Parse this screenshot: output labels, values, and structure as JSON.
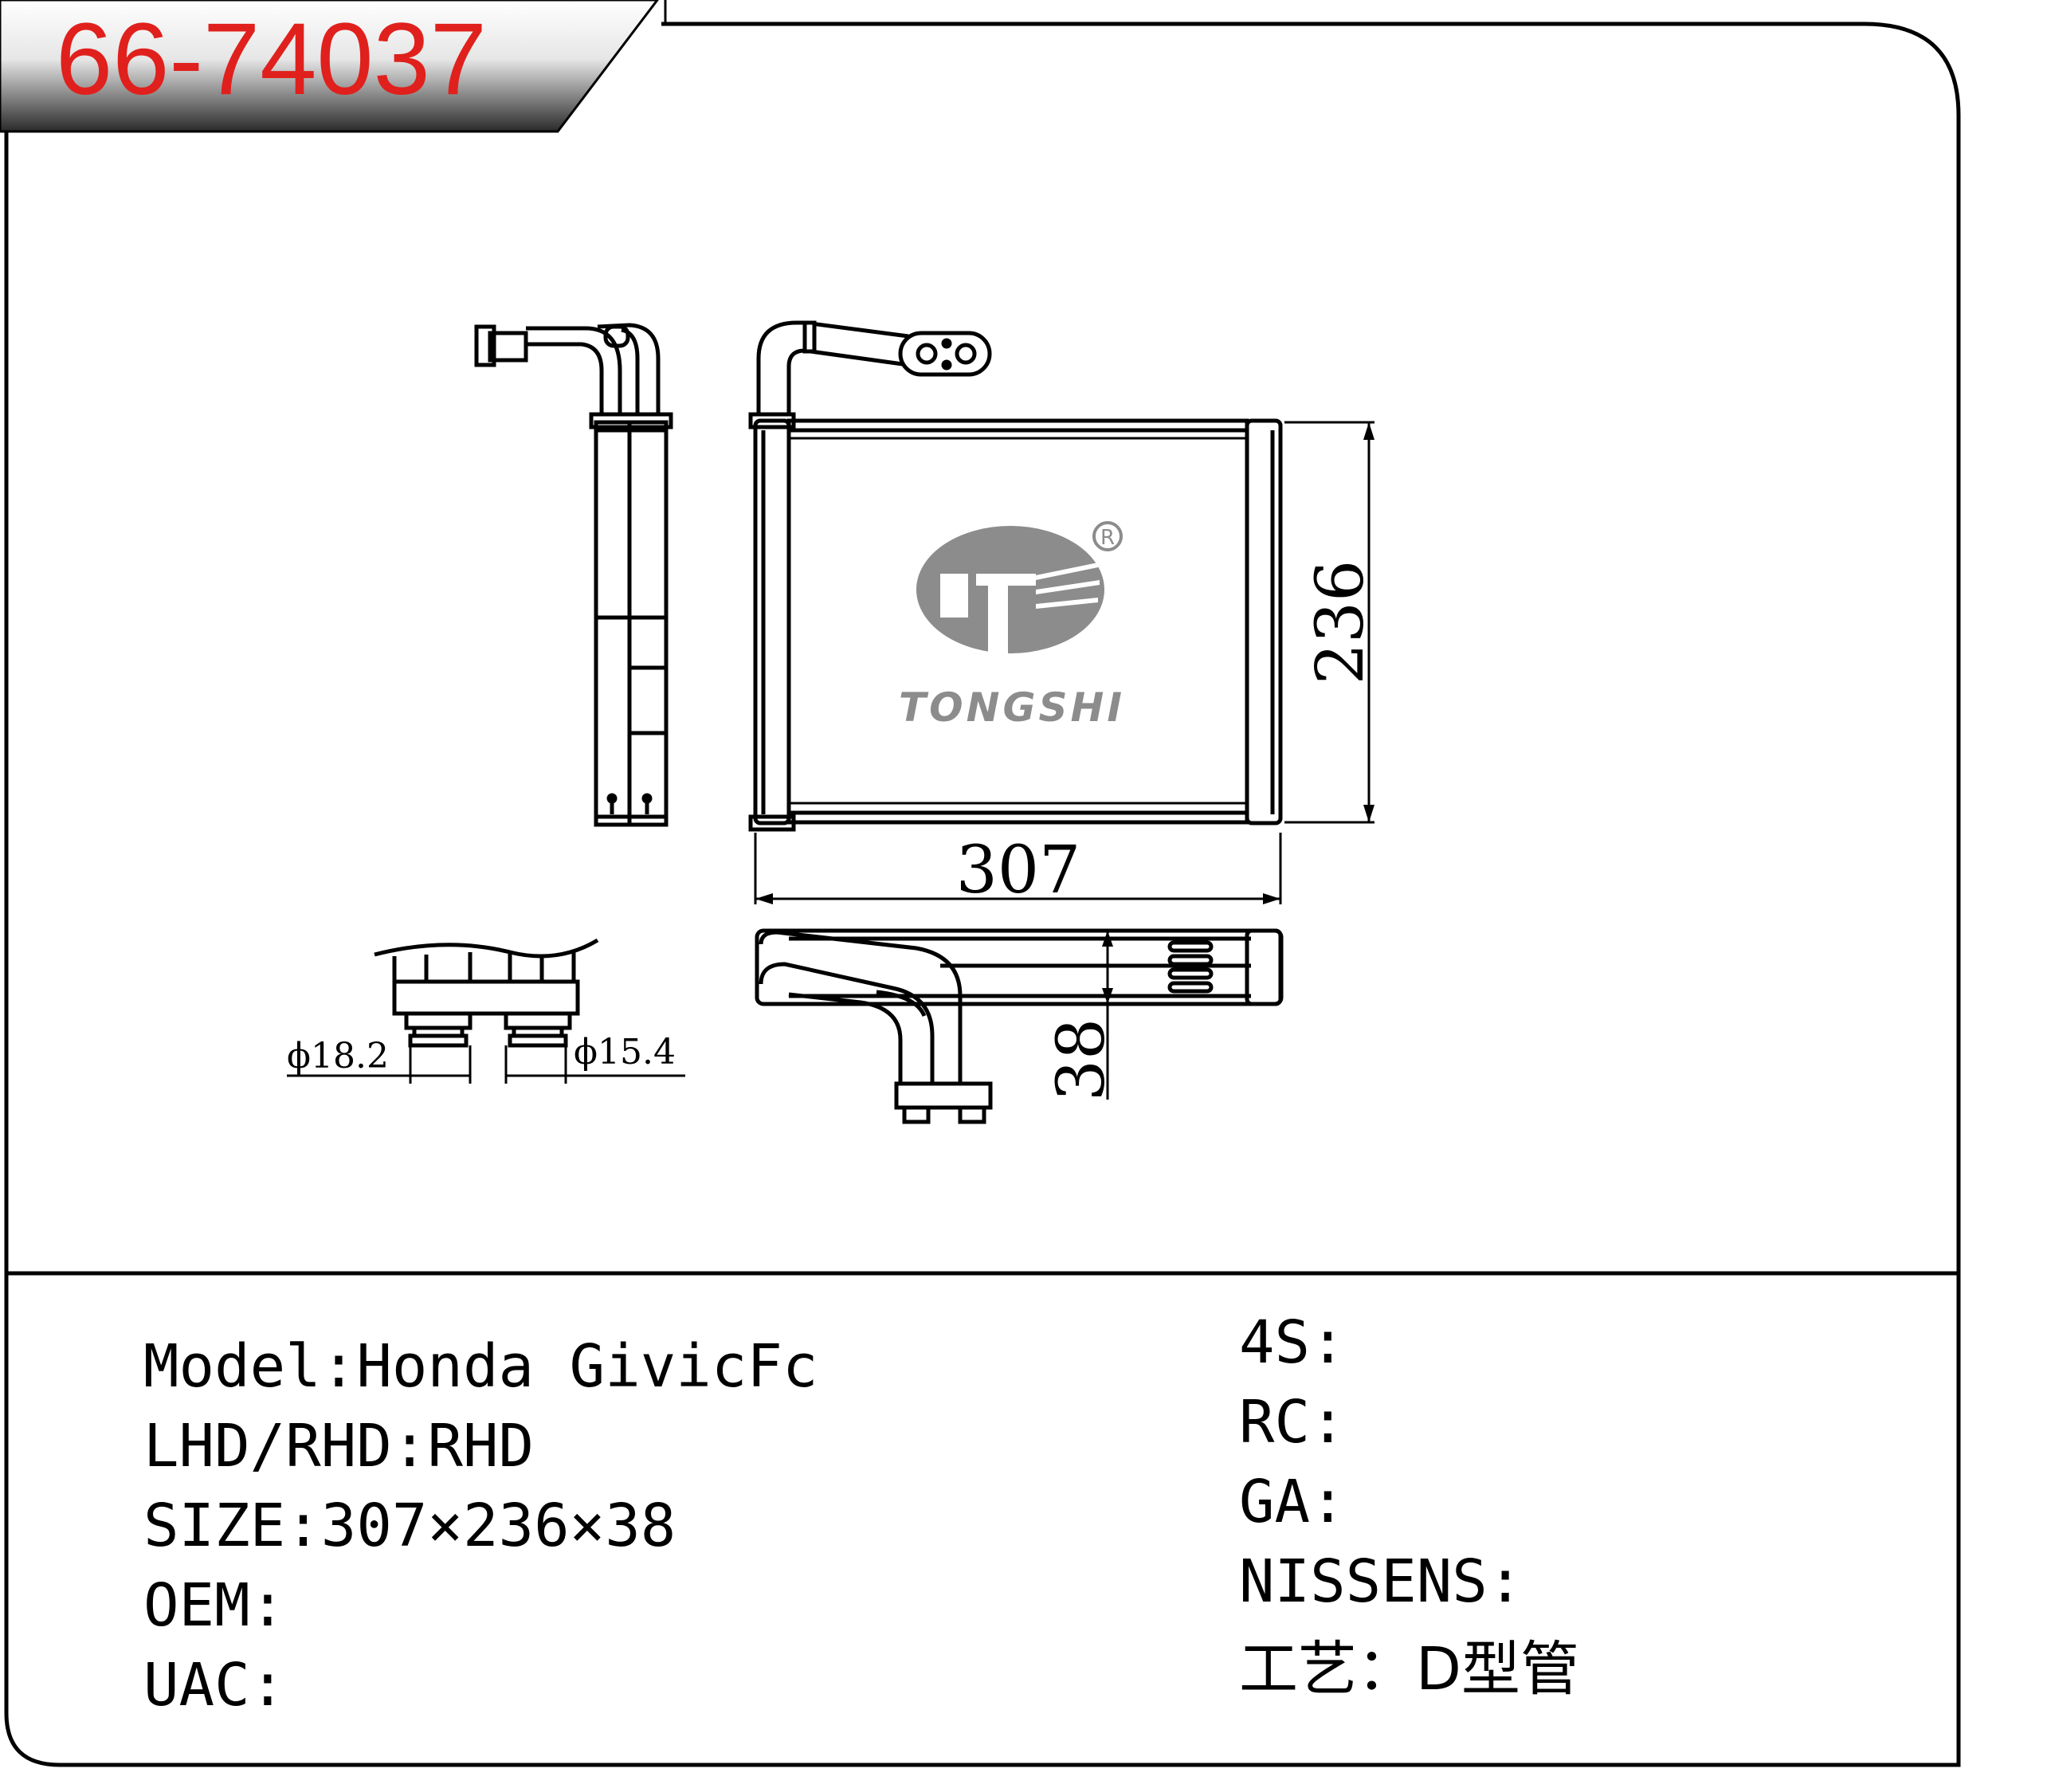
{
  "part_number": "66-74037",
  "brand": {
    "name": "TONGSHI",
    "registered_mark": "R"
  },
  "dimensions": {
    "width": "307",
    "height": "236",
    "depth": "38",
    "pipe_diameter_1": "ϕ18.2",
    "pipe_diameter_2": "ϕ15.4"
  },
  "specs_left": [
    {
      "label": "Model",
      "sep": ":",
      "value": "Honda GivicFc"
    },
    {
      "label": "LHD/RHD",
      "sep": ":",
      "value": "RHD"
    },
    {
      "label": "SIZE",
      "sep": ":",
      "value": "307×236×38"
    },
    {
      "label": "OEM",
      "sep": ":",
      "value": ""
    },
    {
      "label": "UAC",
      "sep": ":",
      "value": ""
    }
  ],
  "specs_right": [
    {
      "label": "4S",
      "sep": ":",
      "value": ""
    },
    {
      "label": "RC",
      "sep": ":",
      "value": ""
    },
    {
      "label": "GA",
      "sep": ":",
      "value": ""
    },
    {
      "label": "NISSENS",
      "sep": ":",
      "value": ""
    },
    {
      "label": "工艺",
      "sep": "：",
      "value": "D型管"
    }
  ],
  "colors": {
    "title_text": "#e0201c",
    "line": "#000000",
    "logo_grey": "#8c8c8c"
  }
}
